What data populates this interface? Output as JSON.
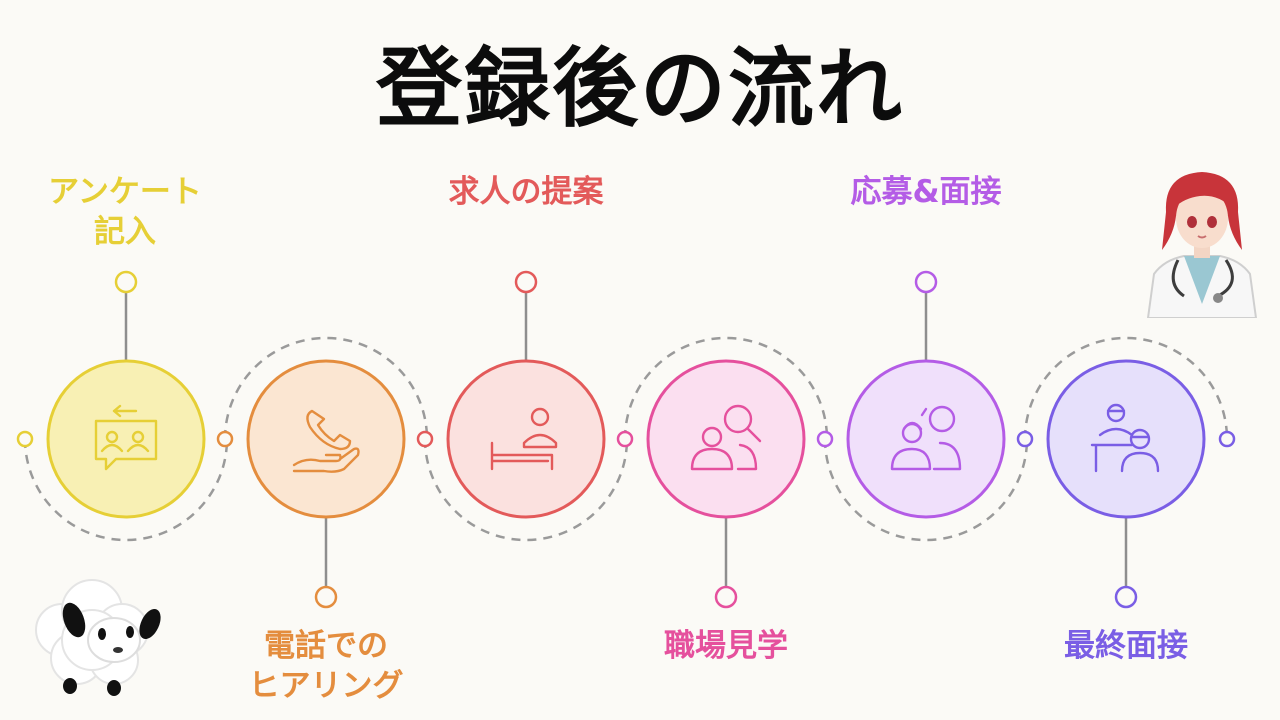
{
  "title": "登録後の流れ",
  "steps": [
    {
      "label_line1": "アンケート",
      "label_line2": "記入",
      "color": "#e6cf36",
      "fill": "#f8f0b4",
      "icon": "chat-swap-people-icon"
    },
    {
      "label_line1": "電話での",
      "label_line2": "ヒアリング",
      "color": "#e48d3e",
      "fill": "#fbe6d2",
      "icon": "phone-hand-icon"
    },
    {
      "label_line1": "求人の提案",
      "label_line2": "",
      "color": "#e35a5a",
      "fill": "#fbe1df",
      "icon": "person-desk-icon"
    },
    {
      "label_line1": "職場見学",
      "label_line2": "",
      "color": "#e5509d",
      "fill": "#fbdff0",
      "icon": "people-search-icon"
    },
    {
      "label_line1": "応募&面接",
      "label_line2": "",
      "color": "#b45ce6",
      "fill": "#f0e0fb",
      "icon": "interview-people-icon"
    },
    {
      "label_line1": "最終面接",
      "label_line2": "",
      "color": "#7a5ee5",
      "fill": "#e6e0fb",
      "icon": "final-interview-icon"
    }
  ],
  "mascots": {
    "sheep": "sheep-mascot-icon",
    "nurse": "nurse-character-icon"
  }
}
